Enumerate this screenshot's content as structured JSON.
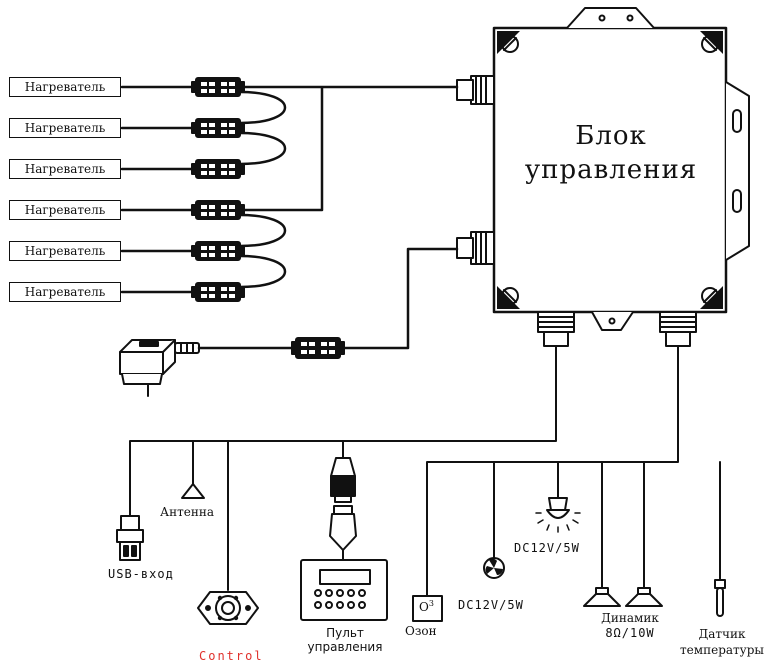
{
  "heaters": [
    "Нагреватель",
    "Нагреватель",
    "Нагреватель",
    "Нагреватель",
    "Нагреватель",
    "Нагреватель"
  ],
  "control_box": {
    "line1": "Блок",
    "line2": "управления"
  },
  "labels": {
    "usb": "USB-вход",
    "antenna": "Антенна",
    "control": "Control",
    "remote_line1": "Пульт",
    "remote_line2": "управления",
    "ozone": "Озон",
    "ozone_mark": "O",
    "ozone_sup": "3",
    "fan_spec": "DC12V/5W",
    "light_spec": "DC12V/5W",
    "speaker_line1": "Динамик",
    "speaker_line2": "8Ω/10W",
    "sensor_line1": "Датчик",
    "sensor_line2": "температуры"
  },
  "colors": {
    "line": "#111111",
    "control_text": "#e0312c"
  }
}
